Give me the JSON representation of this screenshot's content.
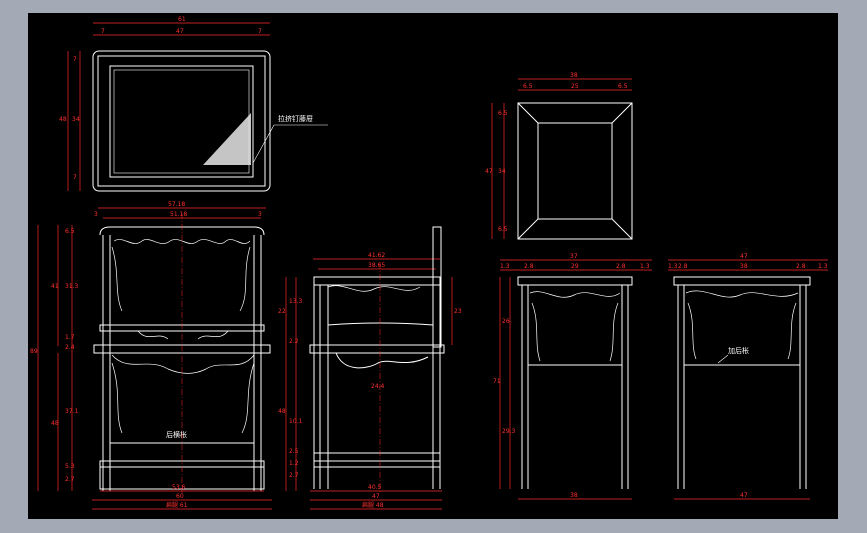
{
  "drawing": {
    "background": "#000000",
    "dimension_color": "#ff3030",
    "line_color": "#ffffff"
  },
  "top_view": {
    "overall_width": "61",
    "segments_top": [
      "7",
      "47",
      "7"
    ],
    "side_total": "48",
    "side_segments": [
      "7",
      "34",
      "7"
    ],
    "callout": "拉挤钉藤屉"
  },
  "front_view": {
    "top_width": "57.18",
    "inner_width": "51.18",
    "end_a": "3",
    "end_b": "3",
    "total_height": "89",
    "upper_height": "41",
    "upper_segments": [
      "6.5",
      "31.3",
      "1.7",
      "2.4"
    ],
    "lower_height": "48",
    "lower_segments": [
      "37.1",
      "5.3",
      "2.7"
    ],
    "bottom_inner": "53.6",
    "bottom_width": "60",
    "caption": "扁腿 61",
    "stretcher_note": "后横枨"
  },
  "side_view": {
    "top_width": "41.62",
    "inner_width": "38.65",
    "left_heights": [
      "22",
      "13.3",
      "2.2",
      "48",
      "2.5",
      "1.2",
      "2.7",
      "10.1"
    ],
    "right_height": "23",
    "mid_label": "24.4",
    "bottom_inner": "40.5",
    "bottom_width": "47",
    "caption": "扁腿 48"
  },
  "seat_top": {
    "overall_width": "38",
    "segments_top": [
      "6.5",
      "25",
      "6.5"
    ],
    "side_total": "47",
    "side_segments": [
      "6.5",
      "34",
      "6.5"
    ]
  },
  "front_elev_2": {
    "top_width": "37",
    "segments": [
      "1.3",
      "2.8",
      "29",
      "2.8",
      "1.3"
    ],
    "heights": [
      "26",
      "71",
      "29.3"
    ],
    "bottom_width": "38"
  },
  "side_elev_2": {
    "top_width": "47",
    "segments": [
      "1.3",
      "2.8",
      "38",
      "2.8",
      "1.3"
    ],
    "note": "加后枨",
    "bottom_width": "47"
  }
}
